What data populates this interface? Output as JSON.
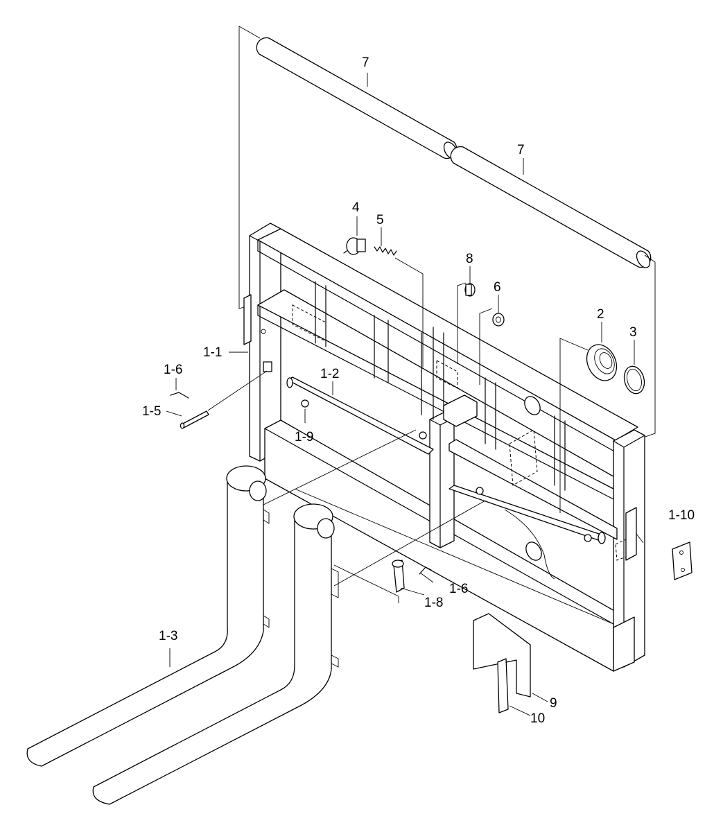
{
  "labels": {
    "part_7_upper": "7",
    "part_7_lower": "7",
    "part_4": "4",
    "part_5": "5",
    "part_8": "8",
    "part_6": "6",
    "part_2": "2",
    "part_3": "3",
    "part_1_1": "1-1",
    "part_1_6_left": "1-6",
    "part_1_5": "1-5",
    "part_1_2": "1-2",
    "part_1_9": "1-9",
    "part_1_10": "1-10",
    "part_1_6_right": "1-6",
    "part_1_8": "1-8",
    "part_1_3": "1-3",
    "part_9": "9",
    "part_10": "10"
  }
}
